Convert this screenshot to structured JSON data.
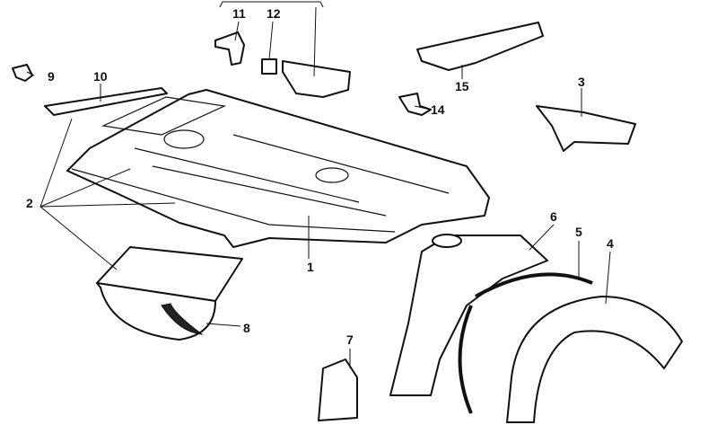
{
  "diagram": {
    "callouts": [
      {
        "id": "1",
        "label": "1"
      },
      {
        "id": "2",
        "label": "2"
      },
      {
        "id": "3",
        "label": "3"
      },
      {
        "id": "4",
        "label": "4"
      },
      {
        "id": "5",
        "label": "5"
      },
      {
        "id": "6",
        "label": "6"
      },
      {
        "id": "7",
        "label": "7"
      },
      {
        "id": "8",
        "label": "8"
      },
      {
        "id": "9",
        "label": "9"
      },
      {
        "id": "10",
        "label": "10"
      },
      {
        "id": "11",
        "label": "11"
      },
      {
        "id": "12",
        "label": "12"
      },
      {
        "id": "14",
        "label": "14"
      },
      {
        "id": "15",
        "label": "15"
      }
    ]
  }
}
